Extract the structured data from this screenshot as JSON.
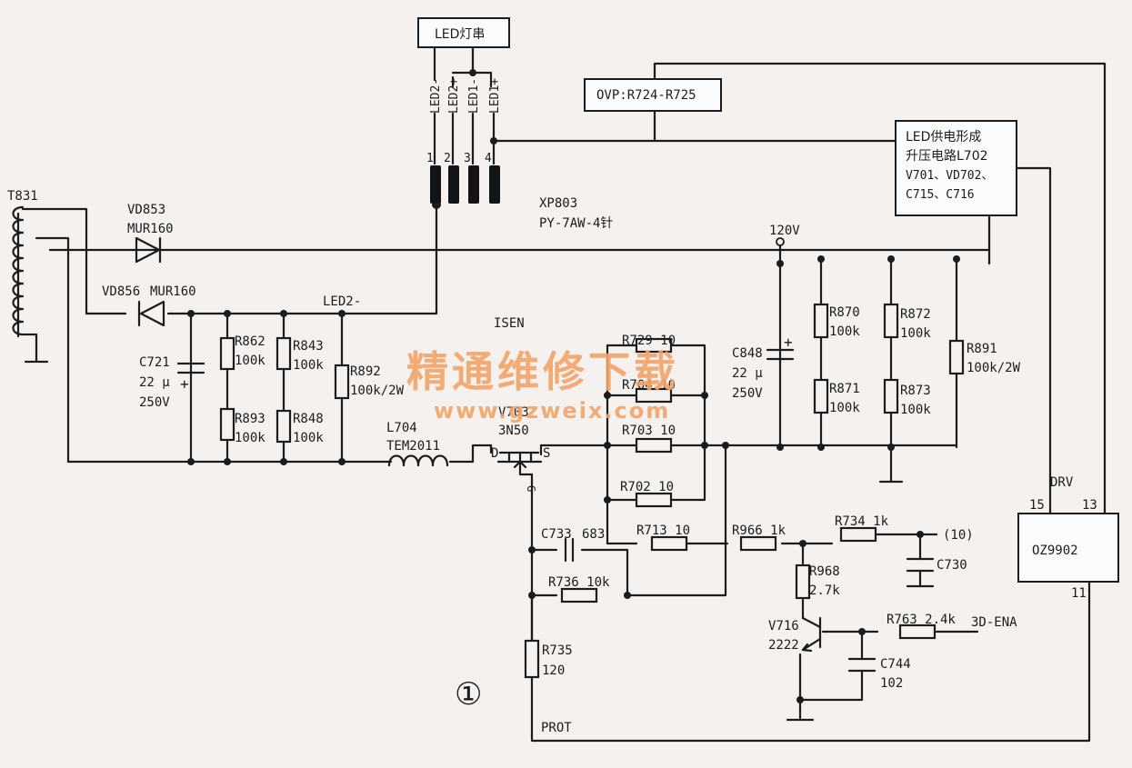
{
  "top_box": {
    "led_string": "LED灯串"
  },
  "connector": {
    "pin_labels": [
      "LED2-",
      "LED2+",
      "LED1-",
      "LED1+"
    ],
    "pin_numbers": [
      "1",
      "2",
      "3",
      "4"
    ],
    "ref": "XP803",
    "part": "PY-7AW-4针"
  },
  "ovp_box": "OVP:R724-R725",
  "boost_box": {
    "line1": "LED供电形成",
    "line2": "升压电路L702",
    "line3": "V701、VD702、",
    "line4": "C715、C716"
  },
  "transformer": "T831",
  "diodes": [
    {
      "ref": "VD853",
      "part": "MUR160"
    },
    {
      "ref": "VD856",
      "part": "MUR160"
    }
  ],
  "nets": {
    "v120": "120V",
    "led2_minus": "LED2-",
    "isen": "ISEN",
    "prot": "PROT",
    "pin10": "(10)",
    "ena": "3D-ENA"
  },
  "capacitors": {
    "c721": {
      "ref": "C721",
      "value": "22 µ",
      "volt": "250V"
    },
    "c848": {
      "ref": "C848",
      "value": "22 µ",
      "volt": "250V"
    },
    "c733": {
      "ref": "C733",
      "value": "683"
    },
    "c730": {
      "ref": "C730"
    },
    "c744": {
      "ref": "C744",
      "value": "102"
    }
  },
  "resistors": {
    "r862": {
      "ref": "R862",
      "value": "100k"
    },
    "r893": {
      "ref": "R893",
      "value": "100k"
    },
    "r843": {
      "ref": "R843",
      "value": "100k"
    },
    "r848": {
      "ref": "R848",
      "value": "100k"
    },
    "r892": {
      "ref": "R892",
      "value": "100k/2W"
    },
    "r870": {
      "ref": "R870",
      "value": "100k"
    },
    "r871": {
      "ref": "R871",
      "value": "100k"
    },
    "r872": {
      "ref": "R872",
      "value": "100k"
    },
    "r873": {
      "ref": "R873",
      "value": "100k"
    },
    "r891": {
      "ref": "R891",
      "value": "100k/2W"
    },
    "r729": {
      "label": "R729  10"
    },
    "r704": {
      "label": "R704  10"
    },
    "r703": {
      "label": "R703  10"
    },
    "r702": {
      "label": "R702  10"
    },
    "r713": {
      "label": "R713  10"
    },
    "r966": {
      "label": "R966  1k"
    },
    "r734": {
      "label": "R734  1k"
    },
    "r736": {
      "label": "R736  10k"
    },
    "r968": {
      "ref": "R968",
      "value": "2.7k"
    },
    "r735": {
      "ref": "R735",
      "value": "120"
    },
    "r763": {
      "label": "R763  2.4k"
    }
  },
  "inductor": {
    "ref": "L704",
    "part": "TEM2011"
  },
  "mosfet": {
    "ref": "V703",
    "part": "3N50",
    "d": "D",
    "s": "S",
    "g": "G"
  },
  "transistor": {
    "ref": "V716",
    "part": "2222"
  },
  "ic": {
    "name": "OZ9902",
    "drv": "DRV",
    "pin15": "15",
    "pin13": "13",
    "pin11": "11"
  },
  "figure_number": "①",
  "watermark": {
    "line1": "精通维修下载",
    "line2": "www.gzweix.com"
  }
}
